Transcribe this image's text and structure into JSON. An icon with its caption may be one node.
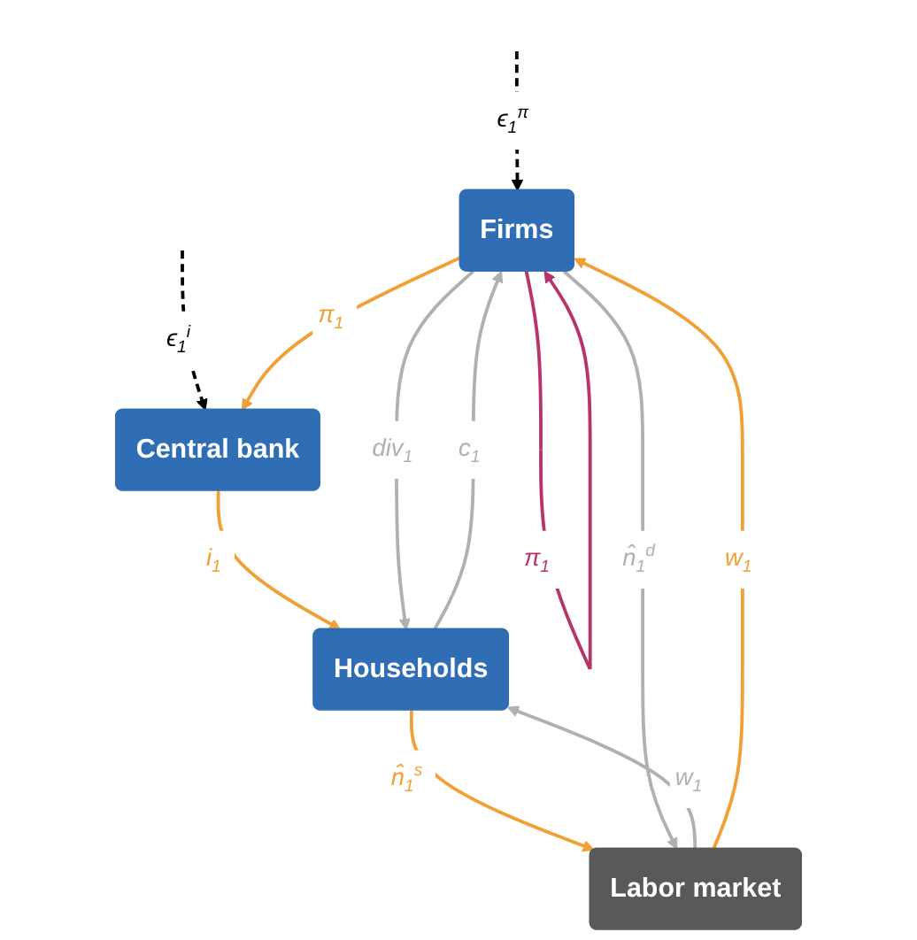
{
  "diagram": {
    "nodes": [
      {
        "text": [
          "Firms"
        ]
      },
      {
        "text": [
          "Central bank"
        ]
      },
      {
        "text": [
          "Households"
        ]
      },
      {
        "text": [
          "Labor market"
        ]
      }
    ],
    "edges": [
      {
        "from": null,
        "to": 0,
        "arrow": "to",
        "style": "dashed",
        "color": "#000000",
        "label": "ϵ$_{1}$$^{π}$"
      },
      {
        "from": null,
        "to": 1,
        "arrow": "to",
        "style": "dashed",
        "color": "#000000",
        "label": "ϵ$_{1}$$^{i}$"
      },
      {
        "from": 0,
        "to": 0,
        "arrow": "to",
        "color": "#b8336a",
        "label": "π$_{1}$"
      },
      {
        "from": 0,
        "to": 1,
        "arrow": "to",
        "color": "#f0a035",
        "label": "π$_{1}$"
      },
      {
        "from": 1,
        "to": 2,
        "arrow": "to",
        "color": "#f0a035",
        "label": "i$_{1}$"
      },
      {
        "from": 2,
        "to": 3,
        "arrow": "to",
        "color": "#f0a035",
        "label": "n̂$_{1}$$^{s}$"
      },
      {
        "from": 3,
        "to": 2,
        "arrow": "to",
        "color": "#b0b0b0",
        "label": "w$_{1}$"
      },
      {
        "from": 2,
        "to": 0,
        "arrow": "to",
        "color": "#b0b0b0",
        "label": "c$_{1}$"
      },
      {
        "from": 0,
        "to": 2,
        "arrow": "to",
        "color": "#b0b0b0",
        "label": "div$_{1}$"
      },
      {
        "from": 0,
        "to": 3,
        "arrow": "to",
        "color": "#b0b0b0",
        "label": "n̂$_{1}$$^{d}$"
      },
      {
        "from": 3,
        "to": 0,
        "arrow": "to",
        "color": "#f0a035",
        "label": "w$_{1}$"
      }
    ]
  }
}
